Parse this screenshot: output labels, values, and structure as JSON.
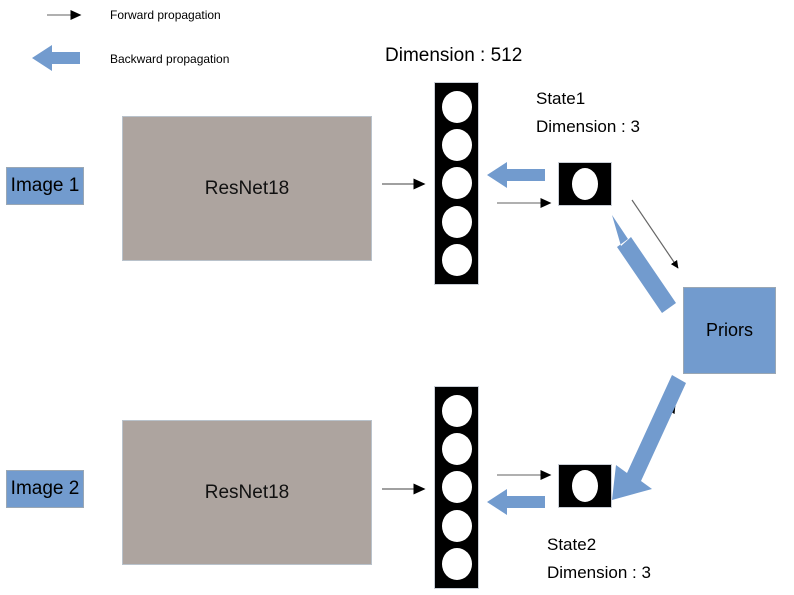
{
  "colors": {
    "blue": "#729BCE",
    "gray_box": "#ADA49F",
    "black": "#000000",
    "thin_line": "#808080",
    "white": "#FFFFFF"
  },
  "legend": {
    "forward": {
      "label": "Forward propagation",
      "icon": "black-arrow-right-icon"
    },
    "backward": {
      "label": "Backward propagation",
      "icon": "blue-arrow-left-icon"
    }
  },
  "titles": {
    "feature_dimension": "Dimension : 512"
  },
  "branches": [
    {
      "id": "top",
      "image_label": "Image 1",
      "backbone_label": "ResNet18",
      "feature_units": 5,
      "state_title": "State1",
      "state_dimension": "Dimension : 3",
      "state_units": 1
    },
    {
      "id": "bottom",
      "image_label": "Image 2",
      "backbone_label": "ResNet18",
      "feature_units": 5,
      "state_title": "State2",
      "state_dimension": "Dimension : 3",
      "state_units": 1
    }
  ],
  "priors": {
    "label": "Priors"
  }
}
